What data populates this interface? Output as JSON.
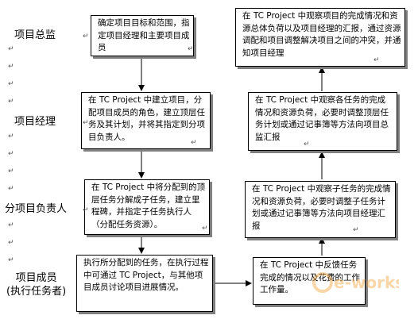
{
  "roles": {
    "director": "项目总监",
    "manager": "项目经理",
    "sub_lead": "分项目负责人",
    "member_line1": "项目成员",
    "member_line2": "(执行任务者)"
  },
  "boxes": {
    "define_scope": "确定项目目标和范围，指定项目经理和主要项目成员",
    "create_project": "在 TC Project 中建立项目，分配项目成员的角色，建立顶层任务及其计划，并将其指定到分项目负责人。",
    "decompose_tasks": "在 TC Project 中将分配到的顶层任务分解成子任务，建立里程碑，并指定子任务执行人（分配任务资源）。",
    "execute_tasks": "执行所分配到的任务，在执行过程中可通过 TC Project，与其他项目成员讨论项目进展情况。",
    "report_progress": "在 TC Project 中反馈任务完成的情况以及花费的工作工作量。",
    "observe_subtasks": "在 TC Project 中观察子任务的完成情况和资源负荷，必要时调整子任务计划或通过记事簿等方法向项目经理汇报",
    "observe_tasks": "在 TC Project 中观察各任务的完成情况和资源负荷，必要时调整顶层任务计划或通过记事簿等方法向项目总监汇报",
    "observe_project": "在 TC Project 中观察项目的完成情况和资源总体负荷以及项目经理的汇报，通过资源调配和项目调整解决项目之间的冲突，并通知项目经理"
  },
  "paragraph_mark": "↵",
  "watermark": "e-works"
}
